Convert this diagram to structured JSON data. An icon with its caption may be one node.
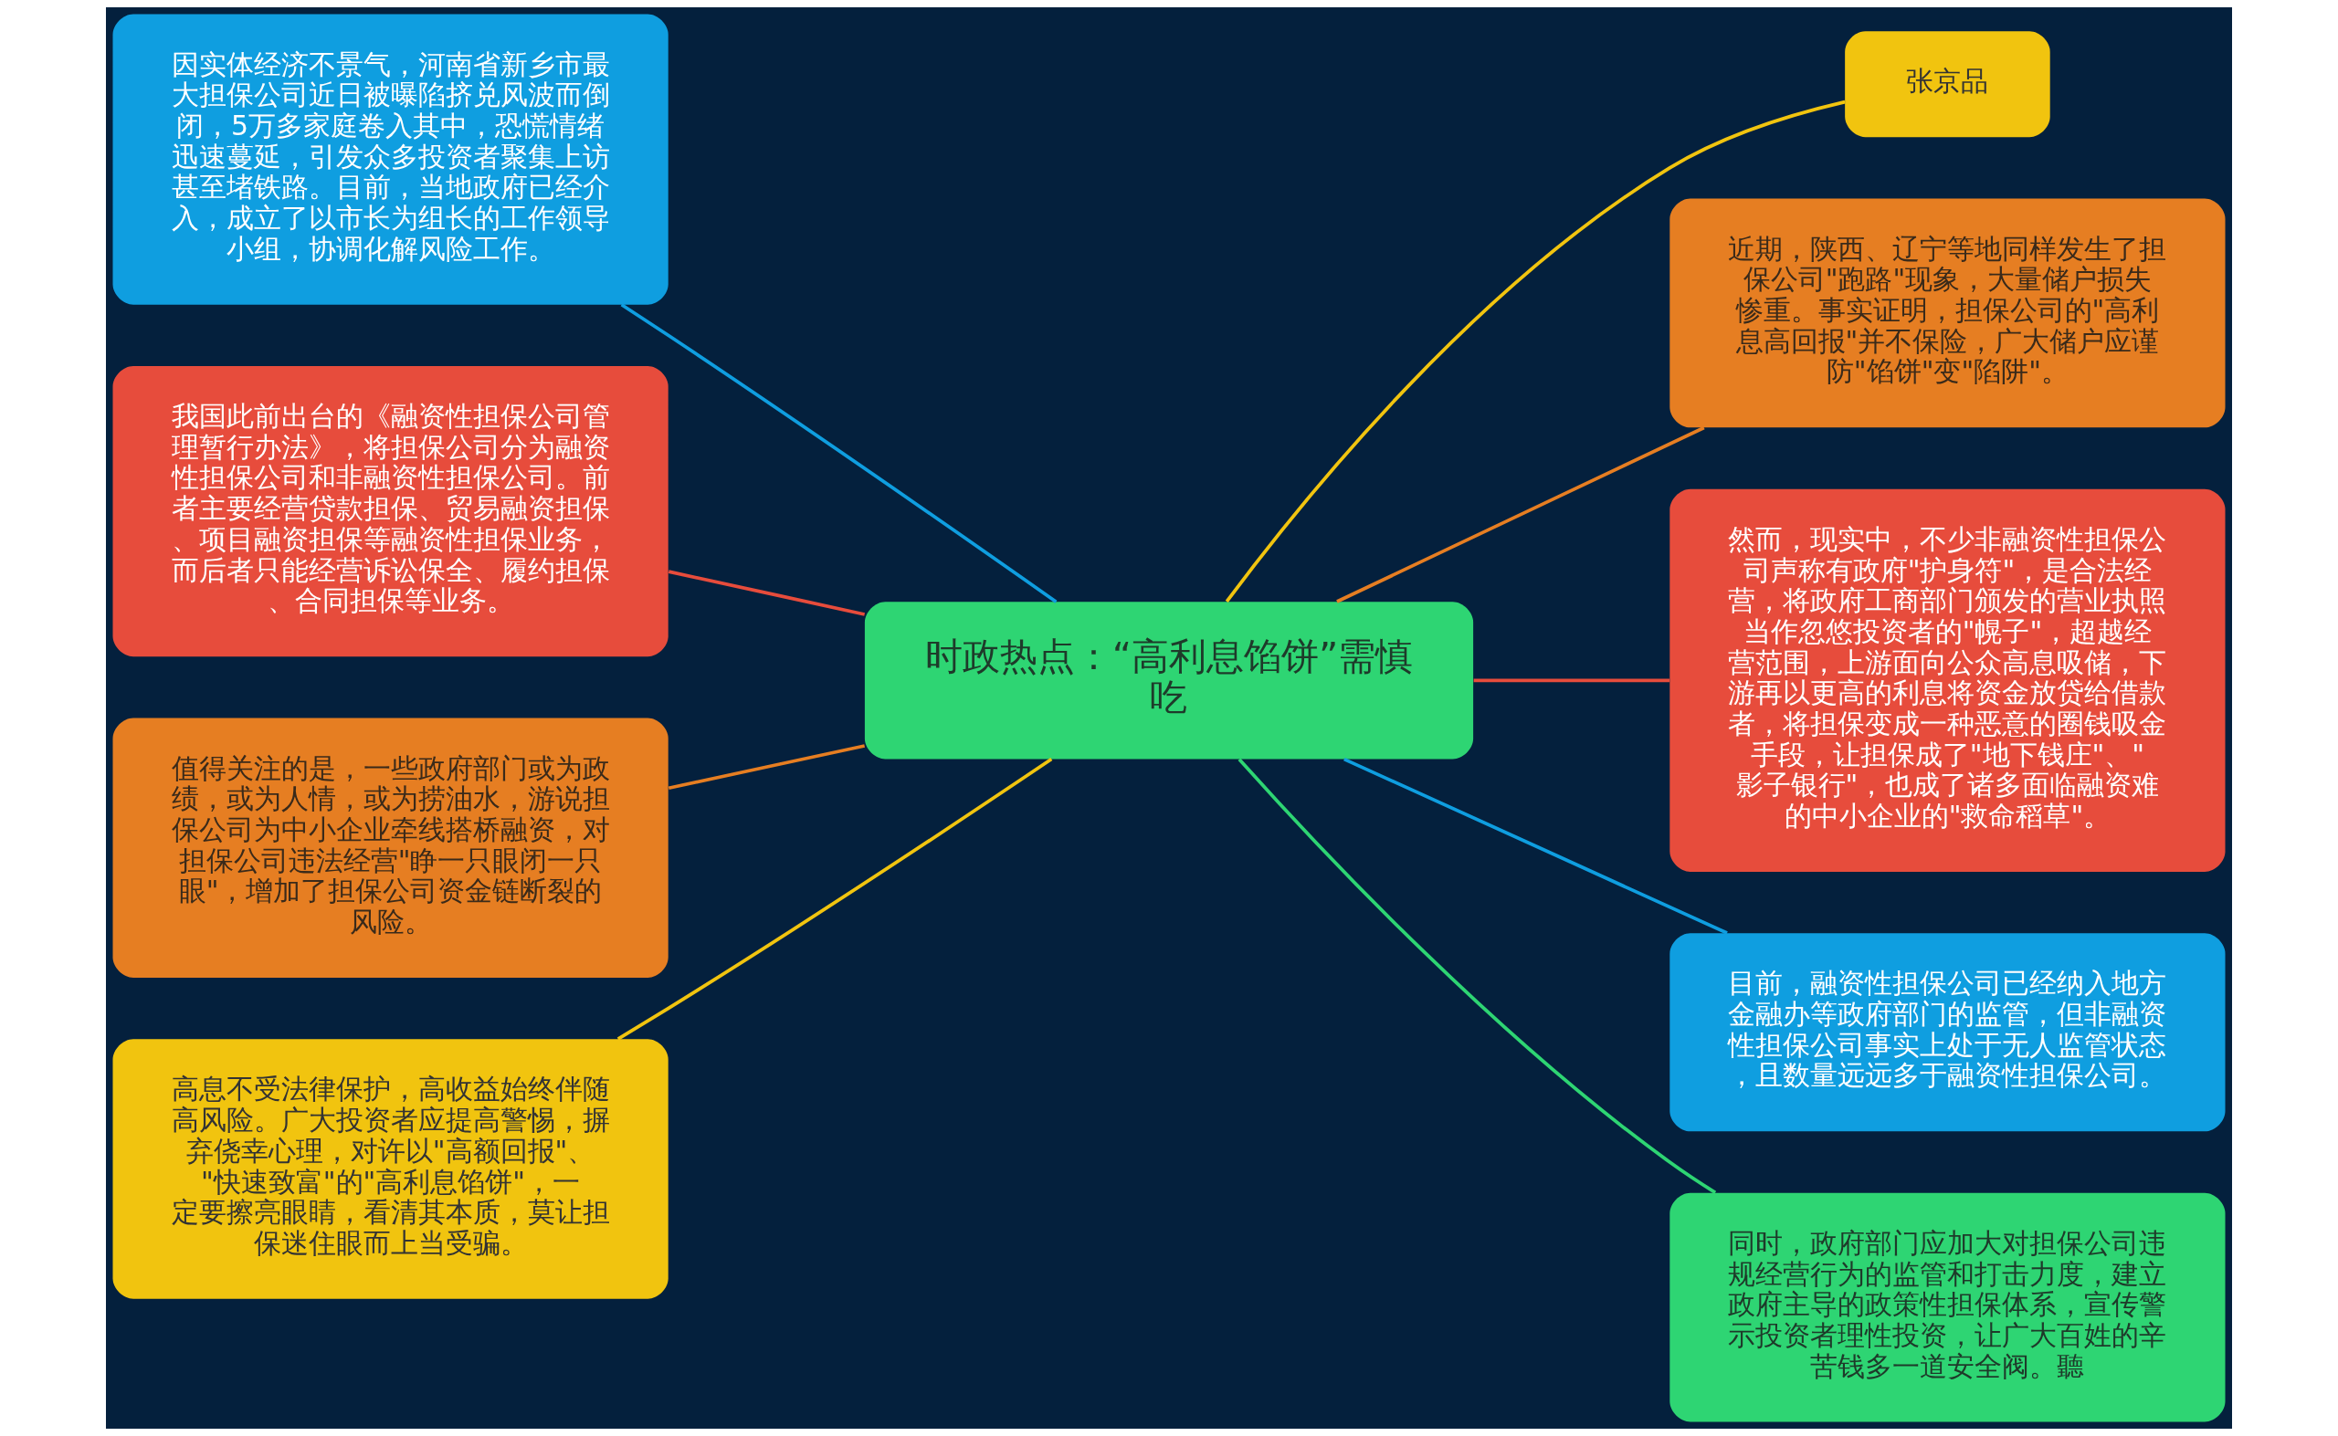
{
  "diagram": {
    "nodes": [
      {
        "text": [
          "时政热点：“高利息馅饼”需慎吃"
        ]
      },
      {
        "text": [
          "张京品"
        ]
      },
      {
        "text": [
          "近期，陕西、辽宁等地同样发生了担保公司\"跑路\"现象，大量储户损失惨重。事实证明，担保公司的\"高利息高回报\"并不保险，广大储户应谨防\"馅饼\"变\"陷阱\"。"
        ]
      },
      {
        "text": [
          "然而，现实中，不少非融资性担保公司声称有政府\"护身符\"，是合法经营，将政府工商部门颁发的营业执照当作忽悠投资者的\"幌子\"，超越经营范围，上游面向公众高息吸储，下游再以更高的利息将资金放贷给借款者，将担保变成一种恶意的圈钱吸金手段，让担保成了\"地下钱庄\"、\"影子银行\"，也成了诸多面临融资难的中小企业的\"救命稻草\"。"
        ]
      },
      {
        "text": [
          "目前，融资性担保公司已经纳入地方金融办等政府部门的监管，但非融资性担保公司事实上处于无人监管状态，且数量远远多于融资性担保公司。"
        ]
      },
      {
        "text": [
          "同时，政府部门应加大对担保公司违规经营行为的监管和打击力度，建立政府主导的政策性担保体系，宣传警示投资者理性投资，让广大百姓的辛苦钱多一道安全阀。聽"
        ]
      },
      {
        "text": [
          "因实体经济不景气，河南省新乡市最大担保公司近日被曝陷挤兑风波而倒闭，5万多家庭卷入其中，恐慌情绪迅速蔓延，引发众多投资者聚集上访甚至堵铁路。目前，当地政府已经介入，成立了以市长为组长的工作领导小组，协调化解风险工作。"
        ]
      },
      {
        "text": [
          "我国此前出台的《融资性担保公司管理暂行办法》，将担保公司分为融资性担保公司和非融资性担保公司。前者主要经营贷款担保、贸易融资担保、项目融资担保等融资性担保业务，而后者只能经营诉讼保全、履约担保、合同担保等业务。"
        ]
      },
      {
        "text": [
          "值得关注的是，一些政府部门或为政绩，或为人情，或为捞油水，游说担保公司为中小企业牵线搭桥融资，对担保公司违法经营\"睁一只眼闭一只眼\"，增加了担保公司资金链断裂的风险。"
        ]
      },
      {
        "text": [
          "高息不受法律保护，高收益始终伴随高风险。广大投资者应提高警惕，摒弃侥幸心理，对许以\"高额回报\"、\"快速致富\"的\"高利息馅饼\"，一定要擦亮眼睛，看清其本质，莫让担保迷住眼而上当受骗。"
        ]
      }
    ],
    "edges": [
      {
        "from": 0,
        "to": 1,
        "arrow": "none",
        "color": "#f1c40f"
      },
      {
        "from": 0,
        "to": 2,
        "arrow": "none",
        "color": "#e67e22"
      },
      {
        "from": 0,
        "to": 3,
        "arrow": "none",
        "color": "#e74c3c"
      },
      {
        "from": 0,
        "to": 4,
        "arrow": "none",
        "color": "#0f9ee0"
      },
      {
        "from": 0,
        "to": 5,
        "arrow": "none",
        "color": "#2ed573"
      },
      {
        "from": 0,
        "to": 6,
        "arrow": "none",
        "color": "#0f9ee0"
      },
      {
        "from": 0,
        "to": 7,
        "arrow": "none",
        "color": "#e74c3c"
      },
      {
        "from": 0,
        "to": 8,
        "arrow": "none",
        "color": "#e67e22"
      },
      {
        "from": 0,
        "to": 9,
        "arrow": "none",
        "color": "#f1c40f"
      }
    ]
  }
}
